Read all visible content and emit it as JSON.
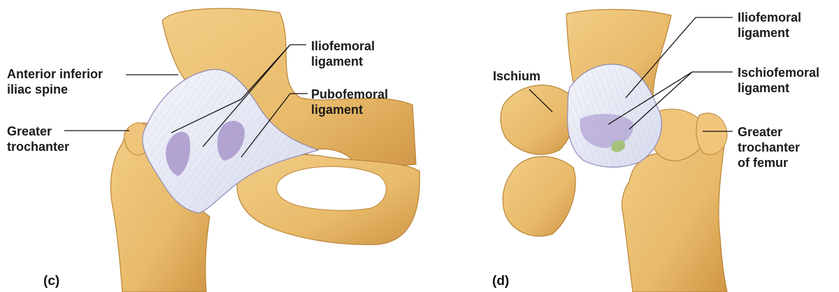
{
  "panel_c": {
    "letter": "(c)",
    "labels": {
      "anterior_inferior_iliac_spine": [
        "Anterior inferior",
        "iliac spine"
      ],
      "greater_trochanter": [
        "Greater",
        "trochanter"
      ],
      "iliofemoral_ligament": [
        "Iliofemoral",
        "ligament"
      ],
      "pubofemoral_ligament": [
        "Pubofemoral",
        "ligament"
      ]
    }
  },
  "panel_d": {
    "letter": "(d)",
    "labels": {
      "ischium": [
        "Ischium"
      ],
      "iliofemoral_ligament": [
        "Iliofemoral",
        "ligament"
      ],
      "ischiofemoral_ligament": [
        "Ischiofemoral",
        "ligament"
      ],
      "greater_trochanter_of_femur": [
        "Greater",
        "trochanter",
        "of femur"
      ]
    }
  },
  "colors": {
    "bone": "#e8ba6a",
    "bone_shadow": "#c98f3c",
    "ligament": "#e6e9f4",
    "ligament_shadow": "#9a88c0",
    "leader_line": "#111111"
  }
}
